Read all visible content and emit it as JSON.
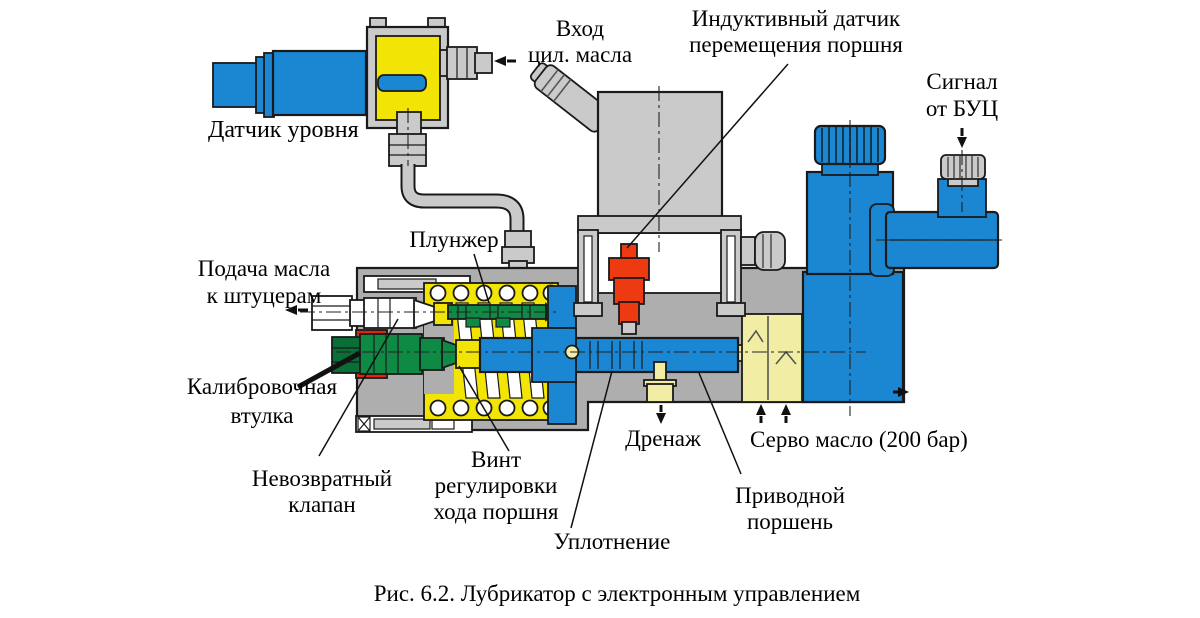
{
  "colors": {
    "blue": "#1b87d2",
    "yellow": "#f2e405",
    "pale": "#f2eda4",
    "green": "#0f8a45",
    "dark_green": "#0a6e37",
    "red": "#ee3a10",
    "red_seal": "#e42508",
    "body_gray": "#aeaeae",
    "light_gray": "#cacaca",
    "outline": "#1a1a1a"
  },
  "labels": {
    "oil_inlet": {
      "lines": [
        "Вход",
        "цил. масла"
      ]
    },
    "inductive_sensor": {
      "lines": [
        "Индуктивный датчик",
        "перемещения поршня"
      ]
    },
    "signal": {
      "lines": [
        "Сигнал",
        "от БУЦ"
      ]
    },
    "level_sensor": {
      "lines": [
        "Датчик уровня"
      ]
    },
    "plunger": {
      "lines": [
        "Плунжер"
      ]
    },
    "oil_supply": {
      "lines": [
        "Подача масла",
        "к штуцерам"
      ]
    },
    "calibration_sleeve": {
      "lines": [
        "Калибровочная",
        "втулка"
      ]
    },
    "check_valve": {
      "lines": [
        "Невозвратный",
        "клапан"
      ]
    },
    "adjusting_screw": {
      "lines": [
        "Винт",
        "регулировки",
        "хода поршня"
      ]
    },
    "seal": {
      "lines": [
        "Уплотнение"
      ]
    },
    "drain": {
      "lines": [
        "Дренаж"
      ]
    },
    "servo_oil": {
      "lines": [
        "Серво масло (200 бар)"
      ]
    },
    "drive_piston": {
      "lines": [
        "Приводной",
        "поршень"
      ]
    }
  },
  "caption": "Рис. 6.2. Лубрикатор с электронным управлением"
}
